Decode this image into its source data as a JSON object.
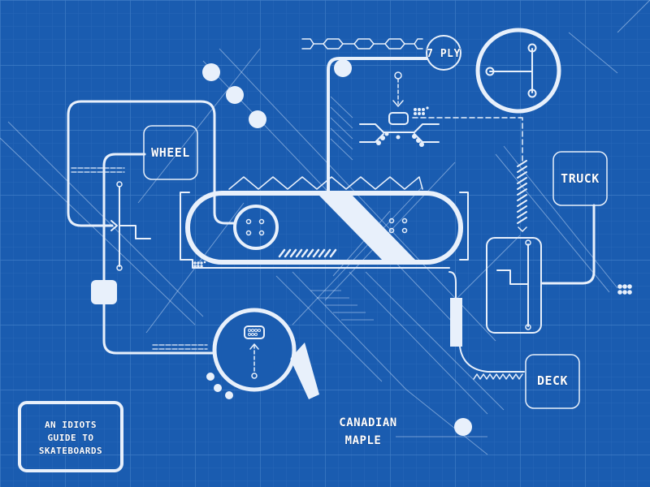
{
  "title_box": {
    "lines": [
      "AN IDIOTS",
      "GUIDE TO",
      "SKATEBOARDS"
    ]
  },
  "labels": {
    "wheel": "WHEEL",
    "truck": "TRUCK",
    "deck": "DECK",
    "ply": "7 PLY",
    "material_line1": "CANADIAN",
    "material_line2": "MAPLE"
  },
  "colors": {
    "background": "#1a5cb0",
    "line": "#e8f0fb",
    "grid_minor": "#2a6bbd",
    "grid_major": "#3a78c4"
  }
}
